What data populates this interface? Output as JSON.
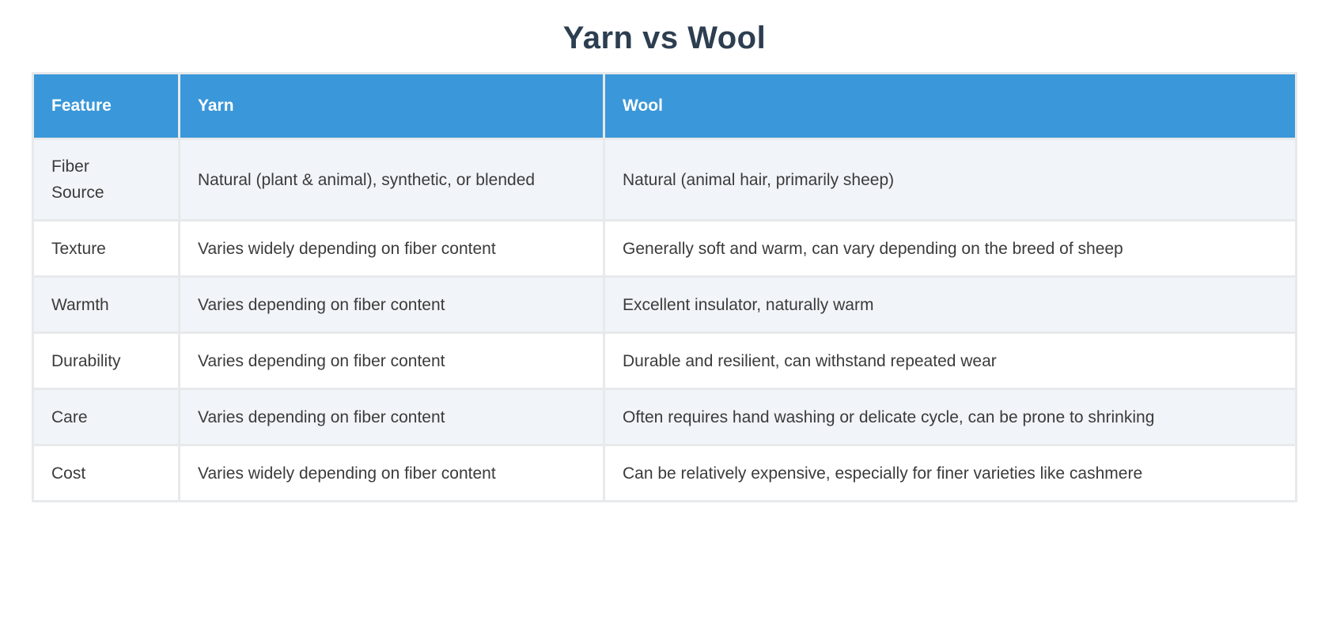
{
  "header": {
    "title": "Yarn vs Wool"
  },
  "colors": {
    "title_text": "#2c3e50",
    "table_header_bg": "#3a97d9",
    "table_header_text": "#ffffff",
    "row_alt_bg": "#f1f4f8",
    "row_bg": "#ffffff",
    "separator": "#e7e9eb",
    "cell_text": "#3b3b3b"
  },
  "table": {
    "columns": [
      {
        "key": "feature",
        "label": "Feature"
      },
      {
        "key": "yarn",
        "label": "Yarn"
      },
      {
        "key": "wool",
        "label": "Wool"
      }
    ],
    "rows": [
      {
        "feature": "Fiber Source",
        "yarn": "Natural (plant & animal), synthetic, or blended",
        "wool": "Natural (animal hair, primarily sheep)"
      },
      {
        "feature": "Texture",
        "yarn": "Varies widely depending on fiber content",
        "wool": "Generally soft and warm, can vary depending on the breed of sheep"
      },
      {
        "feature": "Warmth",
        "yarn": "Varies depending on fiber content",
        "wool": "Excellent insulator, naturally warm"
      },
      {
        "feature": "Durability",
        "yarn": "Varies depending on fiber content",
        "wool": "Durable and resilient, can withstand repeated wear"
      },
      {
        "feature": "Care",
        "yarn": "Varies depending on fiber content",
        "wool": "Often requires hand washing or delicate cycle, can be prone to shrinking"
      },
      {
        "feature": "Cost",
        "yarn": "Varies widely depending on fiber content",
        "wool": "Can be relatively expensive, especially for finer varieties like cashmere"
      }
    ]
  }
}
